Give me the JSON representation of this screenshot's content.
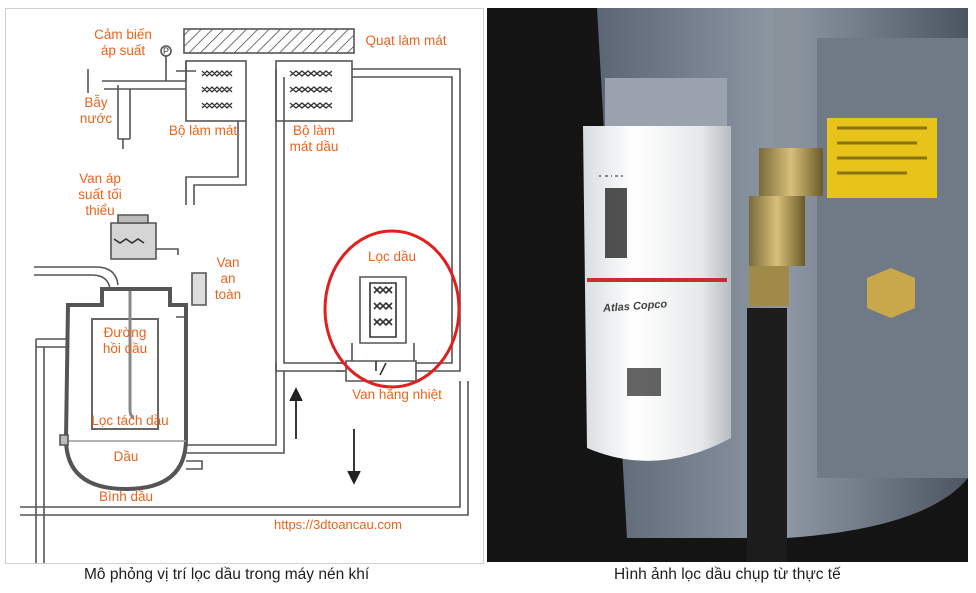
{
  "diagram": {
    "labels": {
      "pressure_sensor": "Cảm biến\náp suất",
      "pressure_sensor_symbol": "P",
      "water_trap": "Bẫy\nnước",
      "aftercooler": "Bộ làm mát",
      "oil_cooler": "Bộ làm\nmát dầu",
      "cooling_fan": "Quạt làm mát",
      "min_pressure_valve": "Van áp\nsuất tối\nthiểu",
      "safety_valve": "Van\nan\ntoàn",
      "oil_return_line": "Đường\nhồi dầu",
      "oil_separator": "Lọc tách dầu",
      "oil": "Dầu",
      "oil_tank": "Bình dầu",
      "oil_filter": "Lọc dầu",
      "thermostatic_valve": "Van hằng nhiệt"
    },
    "watermark_url": "https://3dtoancau.com"
  },
  "photo": {
    "filter_brand": "Atlas Copco"
  },
  "captions": {
    "left": "Mô phỏng vị trí lọc dầu trong máy nén khí",
    "right": "Hình ảnh lọc dầu chụp từ thực tế"
  },
  "colors": {
    "label_text": "#e8641e",
    "highlight_circle": "#e02020",
    "caption_text": "#1e1e1e"
  }
}
